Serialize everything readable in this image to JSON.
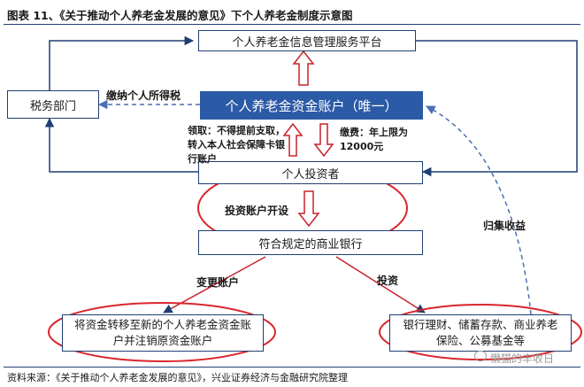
{
  "figure": {
    "title": "图表 11、《关于推动个人养老金发展的意见》下个人养老金制度示意图",
    "source": "资料来源：《关于推动个人养老金发展的意见》，兴业证券经济与金融研究院整理",
    "watermark": "懒猫的丰收日"
  },
  "nodes": {
    "platform": "个人养老金信息管理服务平台",
    "account": "个人养老金资金账户（唯一）",
    "tax": "税务部门",
    "investor": "个人投资者",
    "bank": "符合规定的商业银行",
    "transfer": "将资金转移至新的个人养老金资金账户并注销原资金账户",
    "products": "银行理财、储蓄存款、商业养老保险、公募基金等"
  },
  "labels": {
    "pay_tax": "缴纳个人所得税",
    "withdraw": "领取：不得提前支取，转入本人社会保障卡银行账户",
    "contribute": "缴费：年上限为12000元",
    "open_account": "投资账户开设",
    "change_account": "变更账户",
    "invest": "投资",
    "return": "归集收益"
  },
  "colors": {
    "line": "#1f3f73",
    "account_fill": "#2b5aa6",
    "highlight_ellipse": "#d9262c",
    "dashed": "#4a6fb3"
  }
}
